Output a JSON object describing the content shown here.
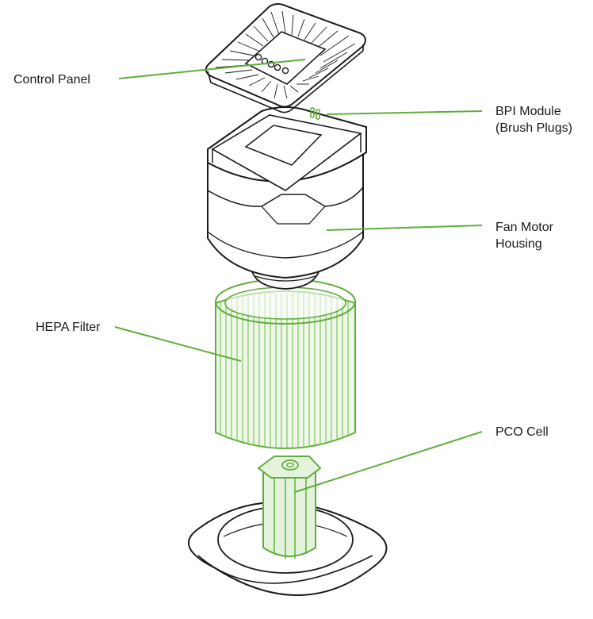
{
  "labels": {
    "control_panel": "Control Panel",
    "bpi_module_line1": "BPI Module",
    "bpi_module_line2": "(Brush Plugs)",
    "fan_motor_line1": "Fan Motor",
    "fan_motor_line2": "Housing",
    "hepa_filter": "HEPA Filter",
    "pco_cell": "PCO Cell"
  },
  "colors": {
    "outline": "#1a1a1a",
    "accent_green": "#5fae3c",
    "accent_green_light": "#e6f3dc",
    "housing_fill": "#f7f7f7",
    "panel_fill": "#ffffff"
  }
}
